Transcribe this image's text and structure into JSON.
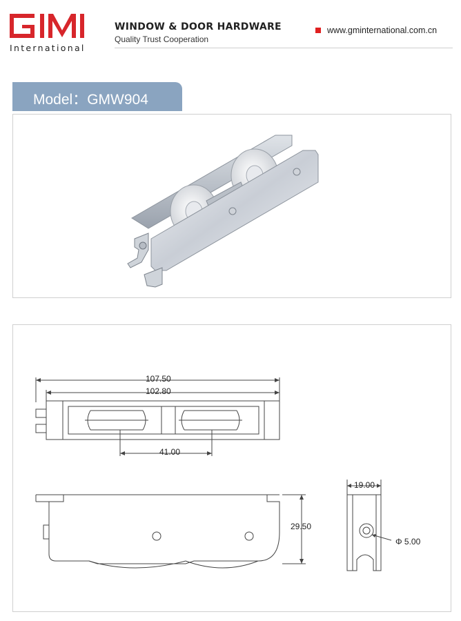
{
  "header": {
    "logo_text": "GMI",
    "logo_sub": "International",
    "title": "WINDOW & DOOR HARDWARE",
    "tagline": "Quality  Trust  Cooperation",
    "website": "www.gminternational.com.cn",
    "brand_color": "#d7262b"
  },
  "model": {
    "label": "Model：GMW904",
    "tab_color": "#8aa4c0"
  },
  "photo": {
    "icon": "sliding-roller-product-image"
  },
  "drawing": {
    "dims": {
      "overall_length": "107.50",
      "body_length": "102.80",
      "wheel_spacing": "41.00",
      "height": "29.50",
      "width": "19.00",
      "hole_diameter": "Φ 5.00"
    }
  }
}
